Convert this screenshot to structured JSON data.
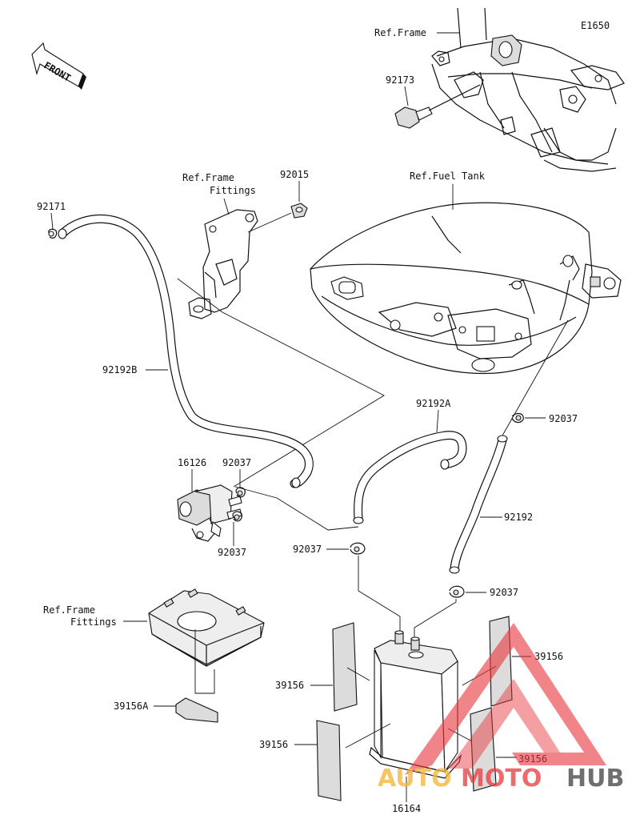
{
  "diagram_code": "E1650",
  "front_label": "FRONT",
  "labels": {
    "ref_frame": "Ref.Frame",
    "ref_frame_fittings_1a": "Ref.Frame",
    "ref_frame_fittings_1b": "Fittings",
    "ref_fuel_tank": "Ref.Fuel Tank",
    "ref_frame_fittings_2a": "Ref.Frame",
    "ref_frame_fittings_2b": "Fittings"
  },
  "parts": {
    "p92173": "92173",
    "p92015": "92015",
    "p92171": "92171",
    "p92192B": "92192B",
    "p92192A": "92192A",
    "p92037_tank": "92037",
    "p16126": "16126",
    "p92037_valve_top": "92037",
    "p92037_valve_bottom": "92037",
    "p92192": "92192",
    "p92037_left": "92037",
    "p92037_right": "92037",
    "p39156_top_right": "39156",
    "p39156_left_upper": "39156",
    "p39156A": "39156A",
    "p39156_left_lower": "39156",
    "p39156_bottom_right": "39156",
    "p16164": "16164"
  },
  "watermark": {
    "text_prefix": "AUTO",
    "text_mid": "MOTO",
    "text_suffix": "HUB",
    "color_primary": "#e8383d",
    "color_secondary": "#f4b53a",
    "color_dark": "#4a4a4a"
  }
}
